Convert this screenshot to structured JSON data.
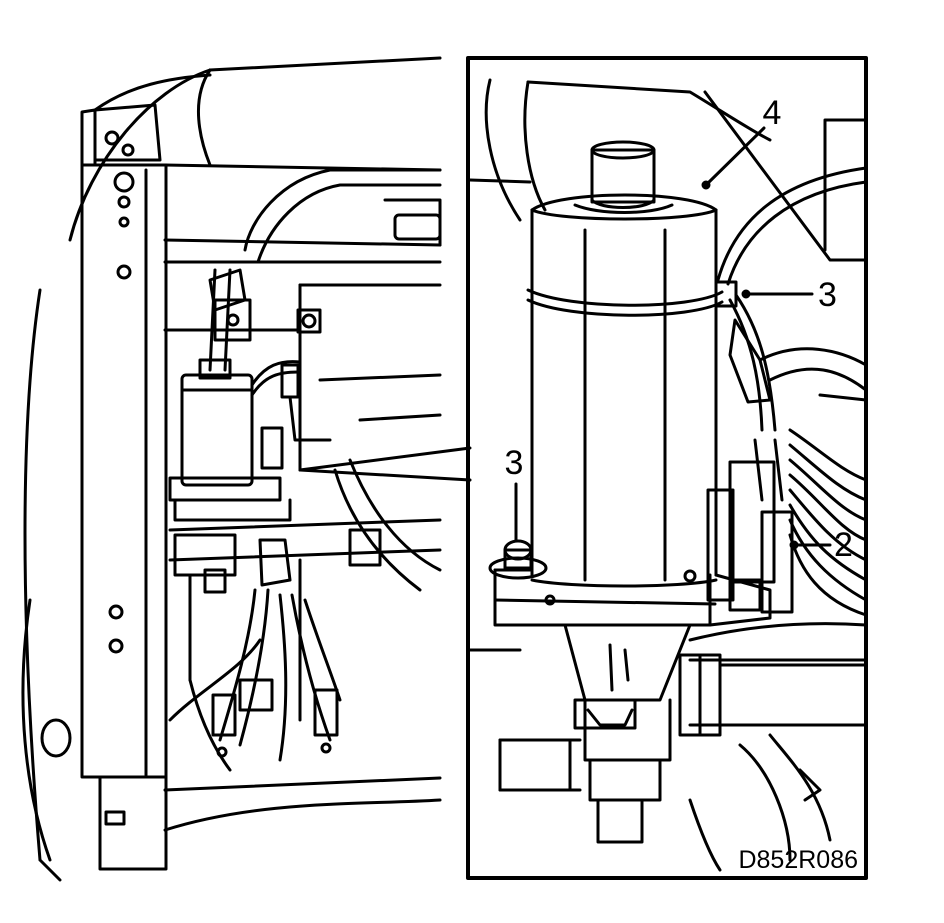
{
  "diagram": {
    "figure_id": "D852R086",
    "callouts": [
      {
        "id": "c4",
        "label": "4"
      },
      {
        "id": "c3a",
        "label": "3"
      },
      {
        "id": "c3b",
        "label": "3"
      },
      {
        "id": "c2",
        "label": "2"
      }
    ],
    "colors": {
      "line": "#000000",
      "background": "#ffffff"
    }
  }
}
